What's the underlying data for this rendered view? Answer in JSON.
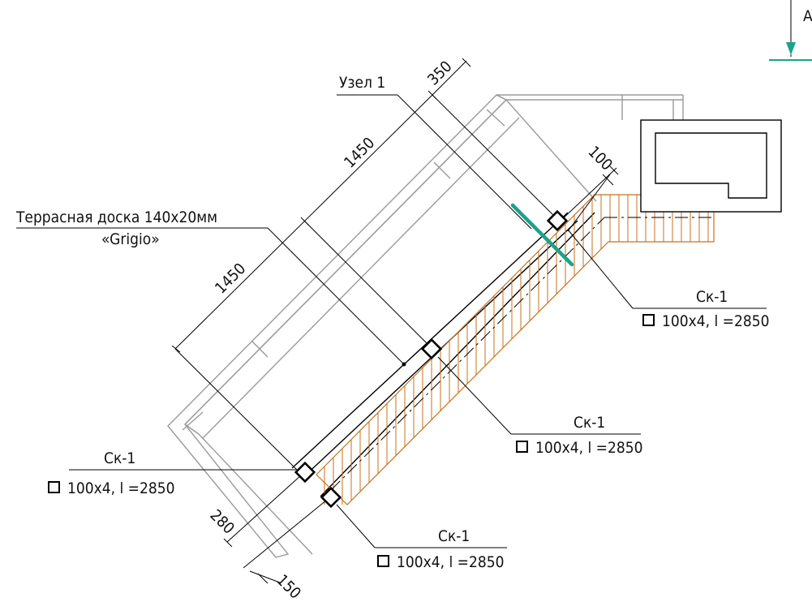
{
  "node_label": "Узел 1",
  "board_label": {
    "line1": "Террасная доска 140х20мм",
    "line2": "«Grigio»"
  },
  "section_mark": "А",
  "dimensions": {
    "d350": "350",
    "d100": "100",
    "d1450_top": "1450",
    "d1450_bottom": "1450",
    "d280": "280",
    "d150": "150"
  },
  "callouts": [
    {
      "mark": "Ск-1",
      "spec": "100х4, l =2850"
    },
    {
      "mark": "Ск-1",
      "spec": "100х4, l =2850"
    },
    {
      "mark": "Ск-1",
      "spec": "100х4, l =2850"
    },
    {
      "mark": "Ск-1",
      "spec": "100х4, l =2850"
    }
  ],
  "colors": {
    "hatch": "#c8701e",
    "section_marker": "#1aa38a",
    "line": "#000000"
  }
}
